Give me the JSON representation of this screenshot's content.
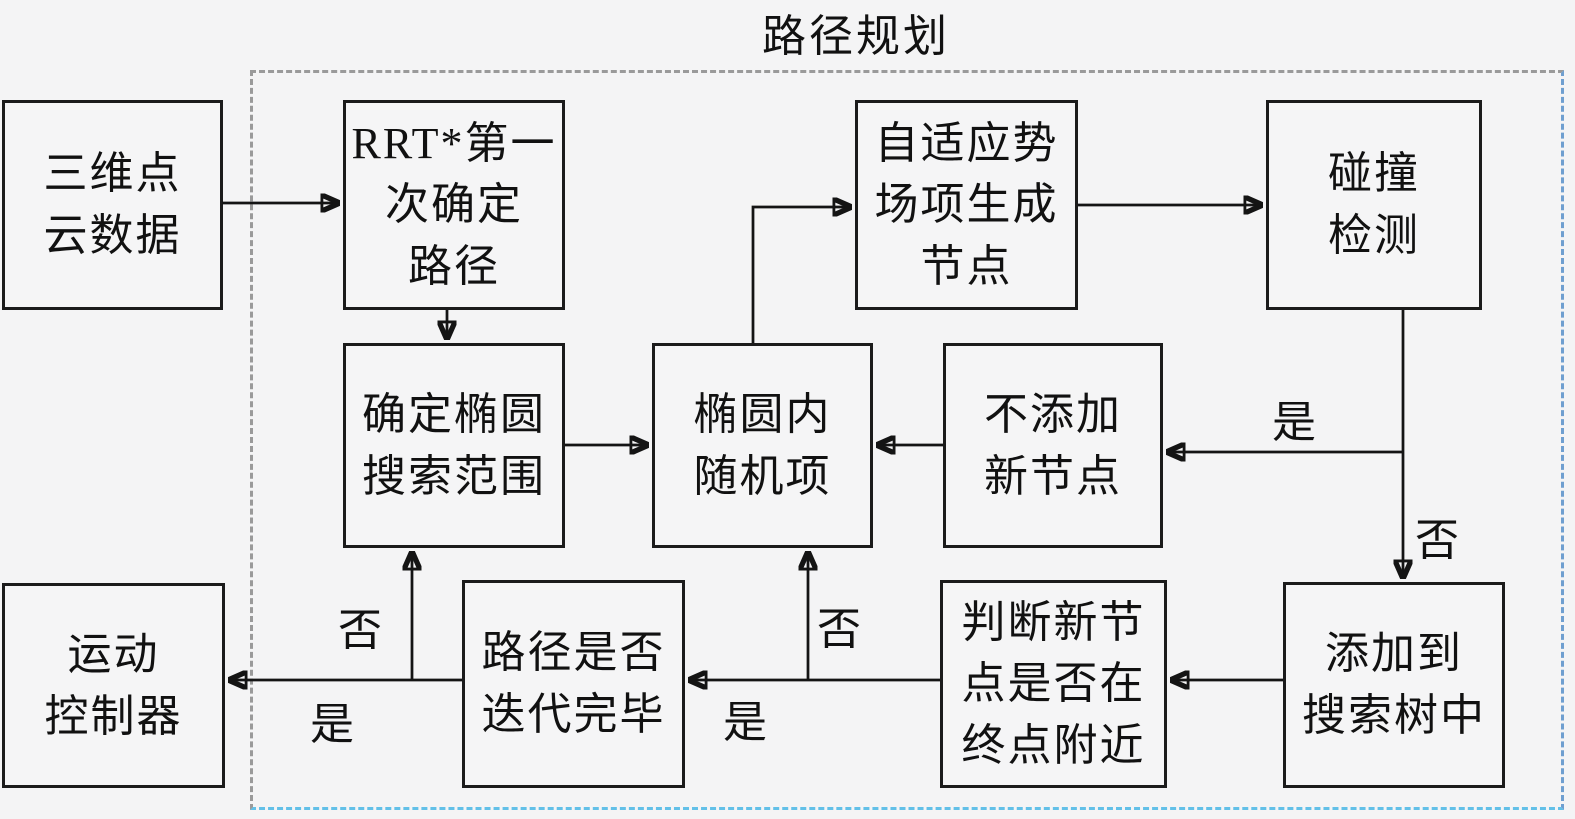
{
  "title": "路径规划",
  "nodes": {
    "point_cloud": {
      "label": "三维点\n云数据"
    },
    "rrt_first_path": {
      "label": "RRT*第一\n次确定\n路径"
    },
    "adaptive_field": {
      "label": "自适应势\n场项生成\n节点"
    },
    "collision_detect": {
      "label": "碰撞\n检测"
    },
    "ellipse_range": {
      "label": "确定椭圆\n搜索范围"
    },
    "ellipse_random": {
      "label": "椭圆内\n随机项"
    },
    "no_new_node": {
      "label": "不添加\n新节点"
    },
    "motion_controller": {
      "label": "运动\n控制器"
    },
    "iteration_done": {
      "label": "路径是否\n迭代完毕"
    },
    "near_goal_check": {
      "label": "判断新节\n点是否在\n终点附近"
    },
    "add_to_tree": {
      "label": "添加到\n搜索树中"
    }
  },
  "edge_labels": {
    "collision_yes": "是",
    "collision_no": "否",
    "near_goal_no": "否",
    "near_goal_yes": "是",
    "iteration_no": "否",
    "iteration_yes": "是"
  },
  "colors": {
    "background": "#f4f4f5",
    "box_border": "#1b1b1b",
    "arrow": "#141414",
    "dashed_gray": "#9a9a9a",
    "dashed_blue": "#62c0e8"
  }
}
